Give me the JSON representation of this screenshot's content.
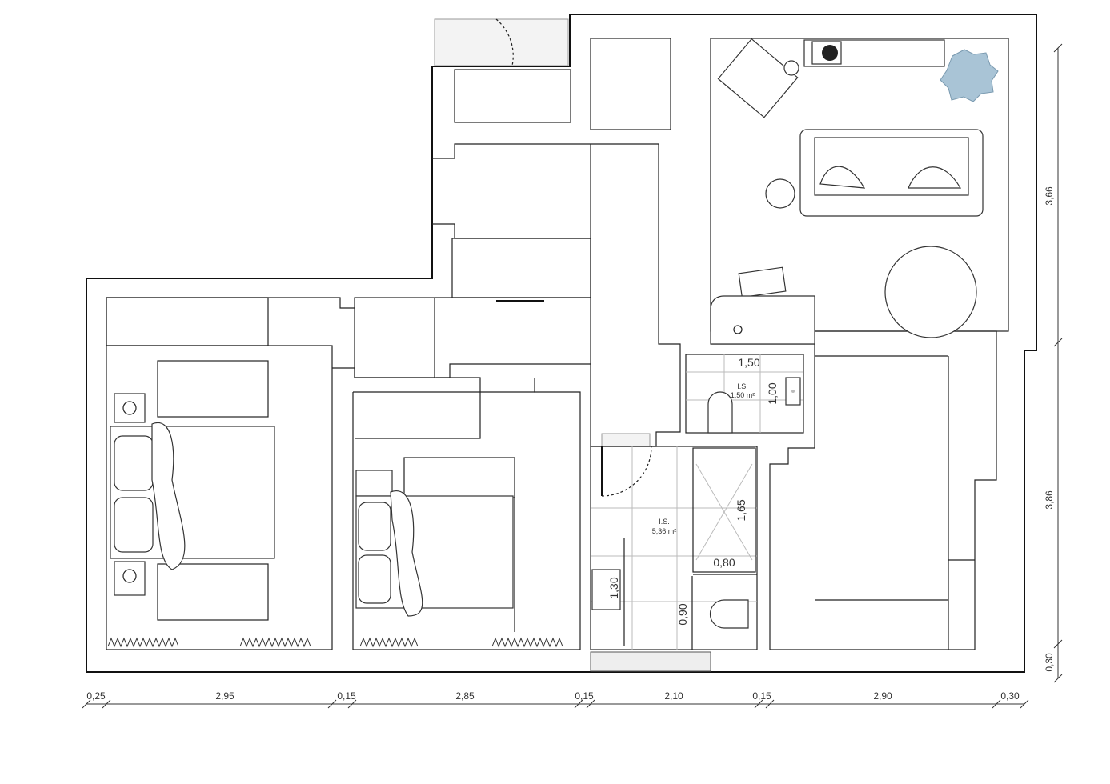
{
  "plan": {
    "rooms": [
      {
        "code": "I.S.",
        "area": "1,50 m²",
        "width": "1,50",
        "depth": "1,00"
      },
      {
        "code": "I.S.",
        "area": "5,36 m²",
        "shower_length": "1,65",
        "shower_width": "0,80",
        "vanity": "1,30",
        "wc_width": "0,90"
      }
    ],
    "bottom_dimensions": [
      "0,25",
      "2,95",
      "0,15",
      "2,85",
      "0,15",
      "2,10",
      "0,15",
      "2,90",
      "0,30"
    ],
    "right_dimensions": [
      "3,66",
      "3,86",
      "0,30"
    ],
    "colors": {
      "walls": "#111111",
      "plant": "#a9c4d6",
      "tile": "#bbbbbb"
    }
  }
}
